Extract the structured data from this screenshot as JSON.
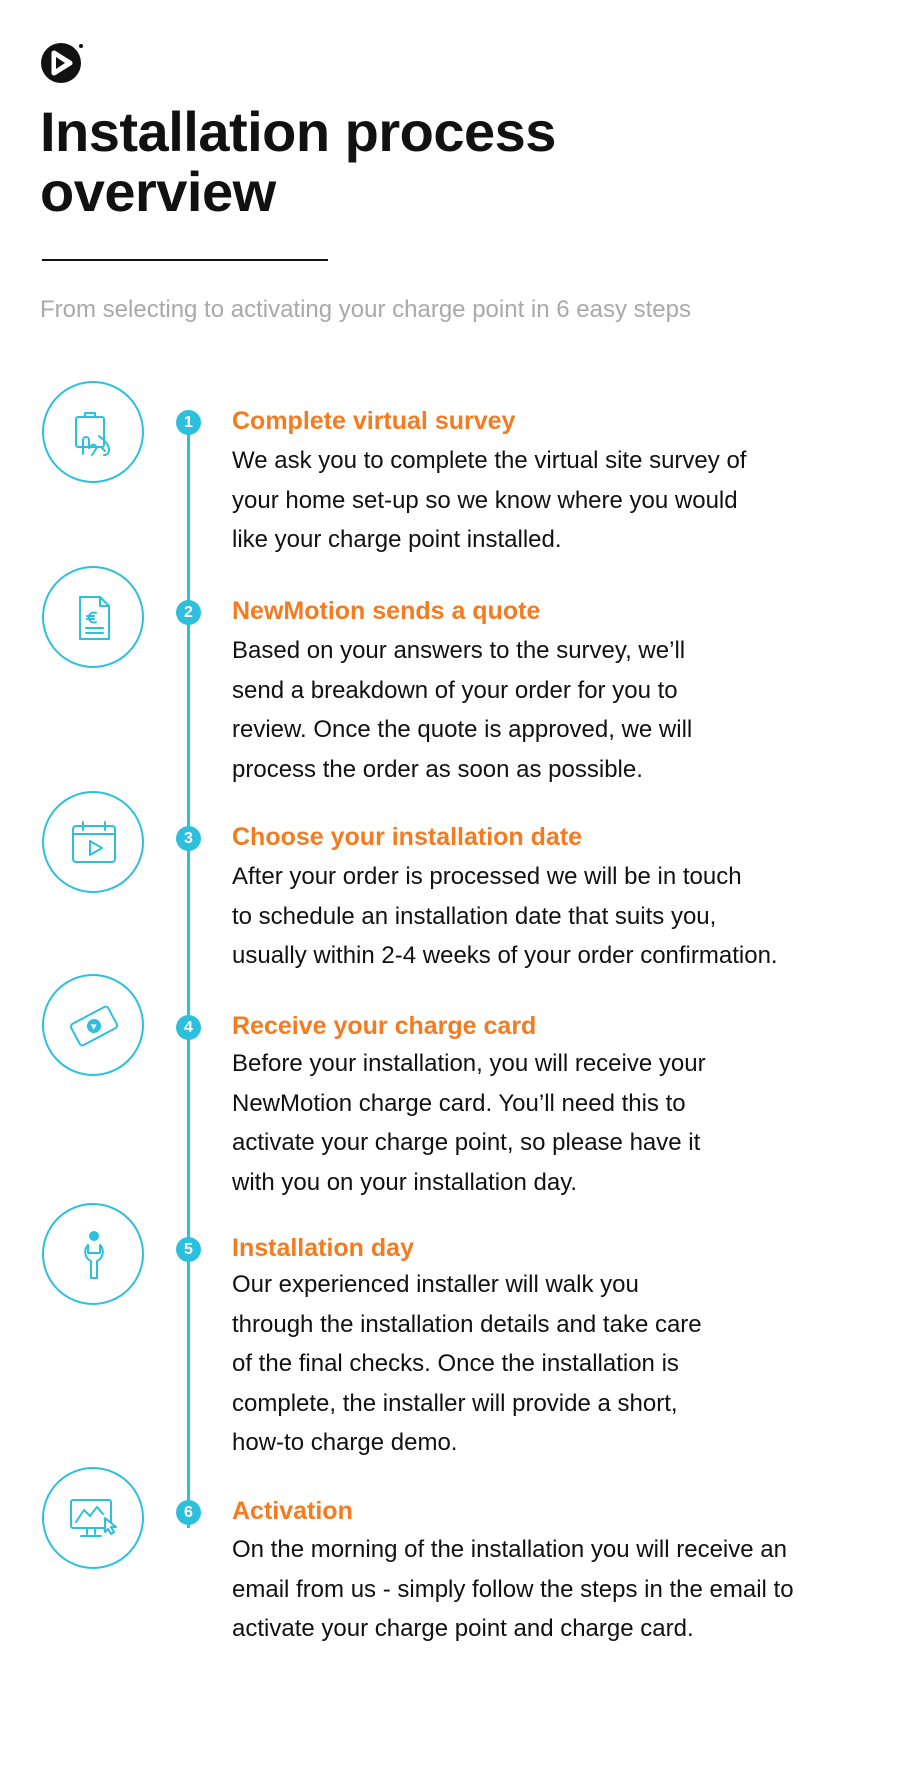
{
  "header": {
    "title_lines": [
      "Installation process",
      "overview"
    ],
    "subtitle": "From selecting to activating your charge point in 6 easy steps",
    "logo_icon": "newmotion-logo-icon"
  },
  "colors": {
    "accent": "#2cc0dd",
    "title_orange": "#f47b20",
    "subtitle_gray": "#a9a9a9"
  },
  "steps": [
    {
      "number": "1",
      "icon": "hand-clipboard-icon",
      "title": "Complete virtual survey",
      "body_lines": [
        "We ask you to complete the virtual site survey of",
        "your home set-up so we know where you would",
        "like your charge point installed."
      ]
    },
    {
      "number": "2",
      "icon": "euro-document-icon",
      "title": "NewMotion sends a quote",
      "body_lines": [
        "Based on your answers to the survey, we’ll",
        "send a breakdown of your order for you to",
        "review. Once the quote is approved, we will",
        "process the order as soon as possible."
      ]
    },
    {
      "number": "3",
      "icon": "calendar-icon",
      "title": "Choose your installation date",
      "body_lines": [
        "After your order is processed we will be in touch",
        "to schedule an installation date that suits you,",
        "usually within 2-4 weeks of your order confirmation."
      ]
    },
    {
      "number": "4",
      "icon": "charge-card-icon",
      "title": "Receive your charge card",
      "body_lines": [
        "Before your installation, you will receive your",
        "NewMotion charge card. You’ll need this to",
        "activate your charge point, so please have it",
        "with you on your installation day."
      ]
    },
    {
      "number": "5",
      "icon": "wrench-icon",
      "title": "Installation day",
      "body_lines": [
        "Our experienced installer will walk you",
        "through the installation details and take care",
        "of the final checks. Once the installation is",
        "complete, the installer will provide a short,",
        "how-to charge demo."
      ]
    },
    {
      "number": "6",
      "icon": "monitor-click-icon",
      "title": "Activation",
      "body_lines": [
        "On the morning of the installation you will receive an",
        "email from us - simply follow the steps in the email to",
        "activate your charge point and charge card."
      ]
    }
  ]
}
